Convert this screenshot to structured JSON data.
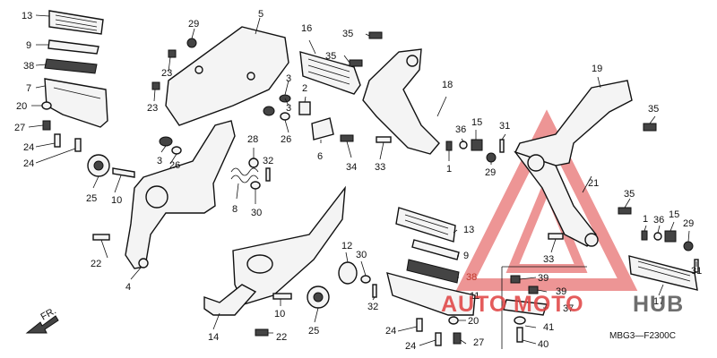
{
  "diagram": {
    "code": "MBG3—F2300C",
    "direction_label": "FR.",
    "watermark": {
      "text_left": "AUTO",
      "text_mid": "MOTO",
      "text_right": "HUB",
      "color_main": "#e04040",
      "color_hub": "#555555"
    },
    "labels": [
      {
        "id": "l13a",
        "text": "13"
      },
      {
        "id": "l9a",
        "text": "9"
      },
      {
        "id": "l38a",
        "text": "38"
      },
      {
        "id": "l7",
        "text": "7"
      },
      {
        "id": "l20a",
        "text": "20"
      },
      {
        "id": "l27a",
        "text": "27"
      },
      {
        "id": "l24a",
        "text": "24"
      },
      {
        "id": "l24b",
        "text": "24"
      },
      {
        "id": "l25a",
        "text": "25"
      },
      {
        "id": "l10a",
        "text": "10"
      },
      {
        "id": "l29a",
        "text": "29"
      },
      {
        "id": "l5",
        "text": "5"
      },
      {
        "id": "l23a",
        "text": "23"
      },
      {
        "id": "l23b",
        "text": "23"
      },
      {
        "id": "l3a",
        "text": "3"
      },
      {
        "id": "l3b",
        "text": "3"
      },
      {
        "id": "l26a",
        "text": "26"
      },
      {
        "id": "l26b",
        "text": "26"
      },
      {
        "id": "l3c",
        "text": "3"
      },
      {
        "id": "l16",
        "text": "16"
      },
      {
        "id": "l35a",
        "text": "35"
      },
      {
        "id": "l35b",
        "text": "35"
      },
      {
        "id": "l2",
        "text": "2"
      },
      {
        "id": "l6",
        "text": "6"
      },
      {
        "id": "l34",
        "text": "34"
      },
      {
        "id": "l33a",
        "text": "33"
      },
      {
        "id": "l18",
        "text": "18"
      },
      {
        "id": "l36a",
        "text": "36"
      },
      {
        "id": "l15a",
        "text": "15"
      },
      {
        "id": "l31a",
        "text": "31"
      },
      {
        "id": "l1a",
        "text": "1"
      },
      {
        "id": "l29b",
        "text": "29"
      },
      {
        "id": "l19",
        "text": "19"
      },
      {
        "id": "l35c",
        "text": "35"
      },
      {
        "id": "l21",
        "text": "21"
      },
      {
        "id": "l35d",
        "text": "35"
      },
      {
        "id": "l1b",
        "text": "1"
      },
      {
        "id": "l36b",
        "text": "36"
      },
      {
        "id": "l15b",
        "text": "15"
      },
      {
        "id": "l29c",
        "text": "29"
      },
      {
        "id": "l31b",
        "text": "31"
      },
      {
        "id": "l33b",
        "text": "33"
      },
      {
        "id": "l17",
        "text": "17"
      },
      {
        "id": "l28",
        "text": "28"
      },
      {
        "id": "l32a",
        "text": "32"
      },
      {
        "id": "l8",
        "text": "8"
      },
      {
        "id": "l30a",
        "text": "30"
      },
      {
        "id": "l22a",
        "text": "22"
      },
      {
        "id": "l4",
        "text": "4"
      },
      {
        "id": "l12",
        "text": "12"
      },
      {
        "id": "l30b",
        "text": "30"
      },
      {
        "id": "l11",
        "text": "11"
      },
      {
        "id": "l32b",
        "text": "32"
      },
      {
        "id": "l10b",
        "text": "10"
      },
      {
        "id": "l25b",
        "text": "25"
      },
      {
        "id": "l14",
        "text": "14"
      },
      {
        "id": "l22b",
        "text": "22"
      },
      {
        "id": "l13b",
        "text": "13"
      },
      {
        "id": "l9b",
        "text": "9"
      },
      {
        "id": "l38b",
        "text": "38"
      },
      {
        "id": "l37",
        "text": "37"
      },
      {
        "id": "l20b",
        "text": "20"
      },
      {
        "id": "l24c",
        "text": "24"
      },
      {
        "id": "l24d",
        "text": "24"
      },
      {
        "id": "l27b",
        "text": "27"
      },
      {
        "id": "l39a",
        "text": "39"
      },
      {
        "id": "l39b",
        "text": "39"
      },
      {
        "id": "l41",
        "text": "41"
      },
      {
        "id": "l40",
        "text": "40"
      }
    ]
  }
}
